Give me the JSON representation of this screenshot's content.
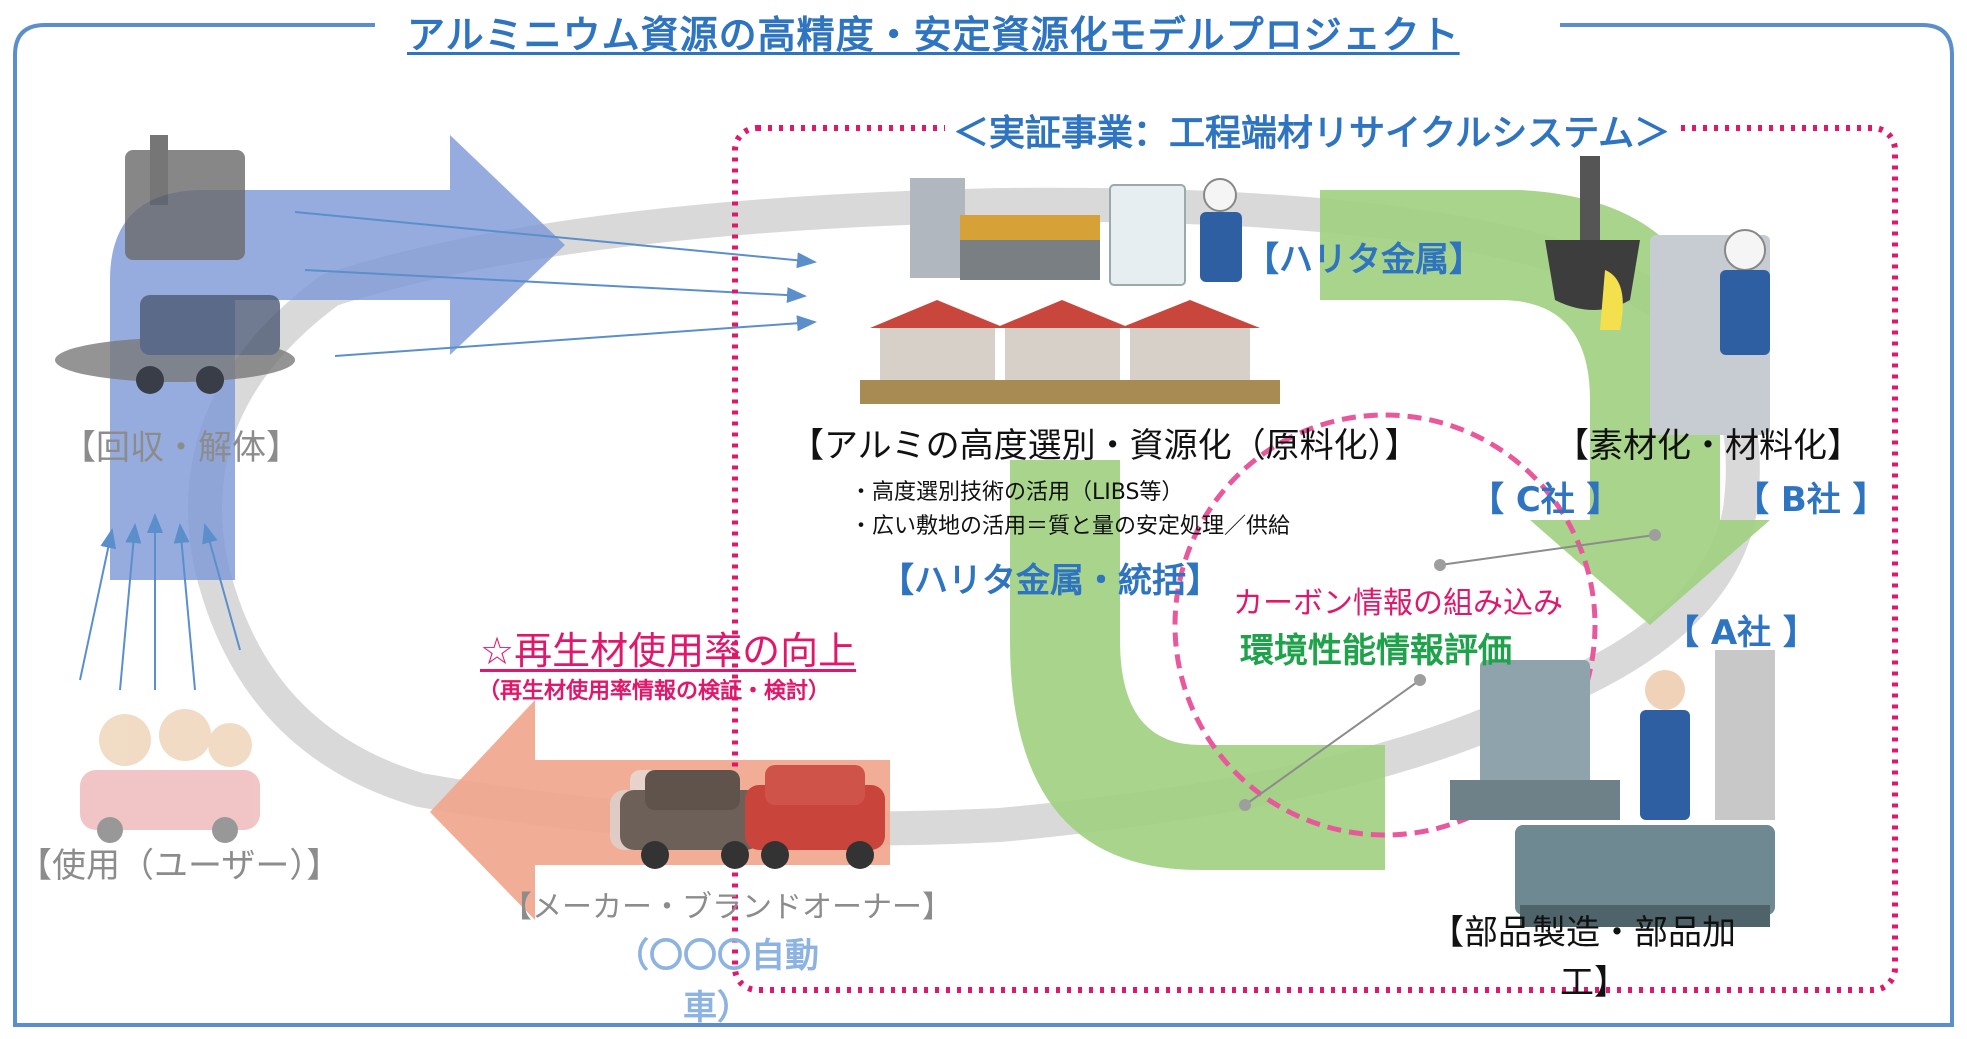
{
  "title": "アルミニウム資源の高精度・安定資源化モデルプロジェクト",
  "demo_title": "＜実証事業：工程端材リサイクルシステム＞",
  "stages": {
    "collection": "【回収・解体】",
    "usage": "【使用（ユーザー）】",
    "maker": "【メーカー・ブランドオーナー】",
    "maker_name_1": "（〇〇〇自動",
    "maker_name_2": "車）",
    "sorting": "【アルミの高度選別・資源化（原料化）】",
    "material": "【素材化・材料化】",
    "parts_1": "【部品製造・部品加",
    "parts_2": "工】"
  },
  "companies": {
    "harita_top": "【ハリタ金属】",
    "harita_lead": "【ハリタ金属・統括】",
    "c": "【 C社 】",
    "b": "【 B社 】",
    "a": "【 A社 】"
  },
  "bullets": {
    "line1": "・高度選別技術の活用（LIBS等）",
    "line2": "・広い敷地の活用＝質と量の安定処理／供給"
  },
  "carbon": {
    "line1": "カーボン情報の組み込み",
    "line2": "環境性能情報評価"
  },
  "recycled": {
    "line1": "☆再生材使用率の向上",
    "line2": "（再生材使用率情報の検証・検討）"
  },
  "colors": {
    "frame": "#5b8fcc",
    "title": "#2e74c0",
    "dotted": "#e0186c",
    "blue_arrow": "#7d97d6",
    "green_arrow": "#9fd07e",
    "orange_arrow": "#f0a48a",
    "loop": "#cfcfcf"
  }
}
